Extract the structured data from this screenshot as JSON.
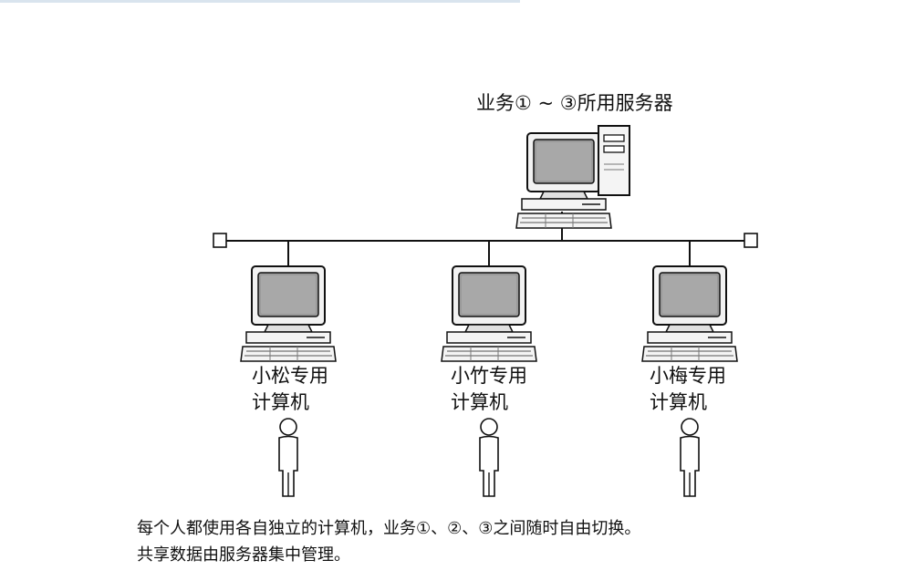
{
  "server": {
    "label": "业务① ~ ③所用服务器"
  },
  "workstations": [
    {
      "label_line1": "小松专用",
      "label_line2": "计算机"
    },
    {
      "label_line1": "小竹专用",
      "label_line2": "计算机"
    },
    {
      "label_line1": "小梅专用",
      "label_line2": "计算机"
    }
  ],
  "caption": {
    "line1": "每个人都使用各自独立的计算机，业务①、②、③之间随时自由切换。",
    "line2": "共享数据由服务器集中管理。"
  }
}
